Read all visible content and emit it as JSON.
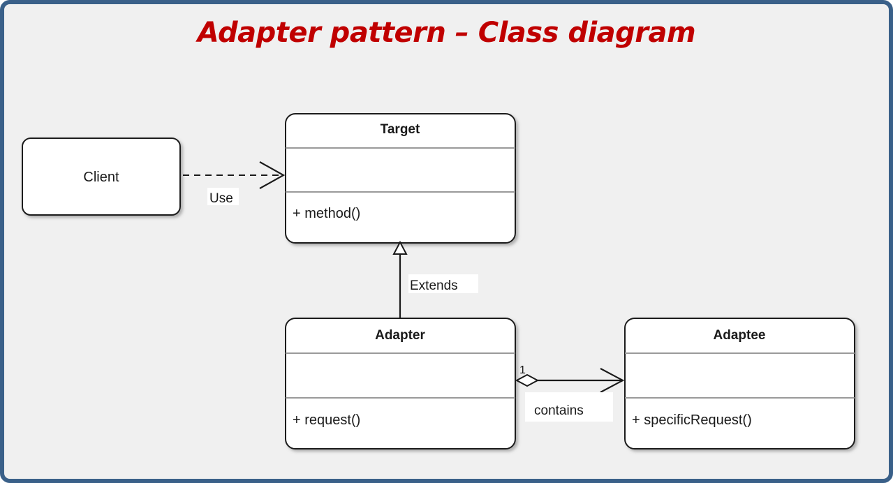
{
  "frame": {
    "border_color": "#3a6089",
    "background_color": "#f0f0f0"
  },
  "title": {
    "text": "Adapter pattern – Class diagram",
    "color": "#c00000"
  },
  "nodes": {
    "client": {
      "label": "Client",
      "shape": "rounded-rectangle"
    },
    "target": {
      "name": "Target",
      "attributes": "",
      "methods": "+ method()"
    },
    "adapter": {
      "name": "Adapter",
      "attributes": "",
      "methods": "+ request()"
    },
    "adaptee": {
      "name": "Adaptee",
      "attributes": "",
      "methods": "+ specificRequest()"
    }
  },
  "edges": {
    "use": {
      "label": "Use",
      "from": "Client",
      "to": "Target",
      "type": "dependency",
      "line": "dashed",
      "arrowhead": "open"
    },
    "extends": {
      "label": "Extends",
      "from": "Adapter",
      "to": "Target",
      "type": "generalization",
      "line": "solid",
      "arrowhead": "hollow-triangle"
    },
    "contains": {
      "label": "contains",
      "multiplicity": "1",
      "from": "Adapter",
      "to": "Adaptee",
      "type": "aggregation",
      "line": "solid",
      "arrowhead": "open",
      "tail": "hollow-diamond"
    }
  }
}
